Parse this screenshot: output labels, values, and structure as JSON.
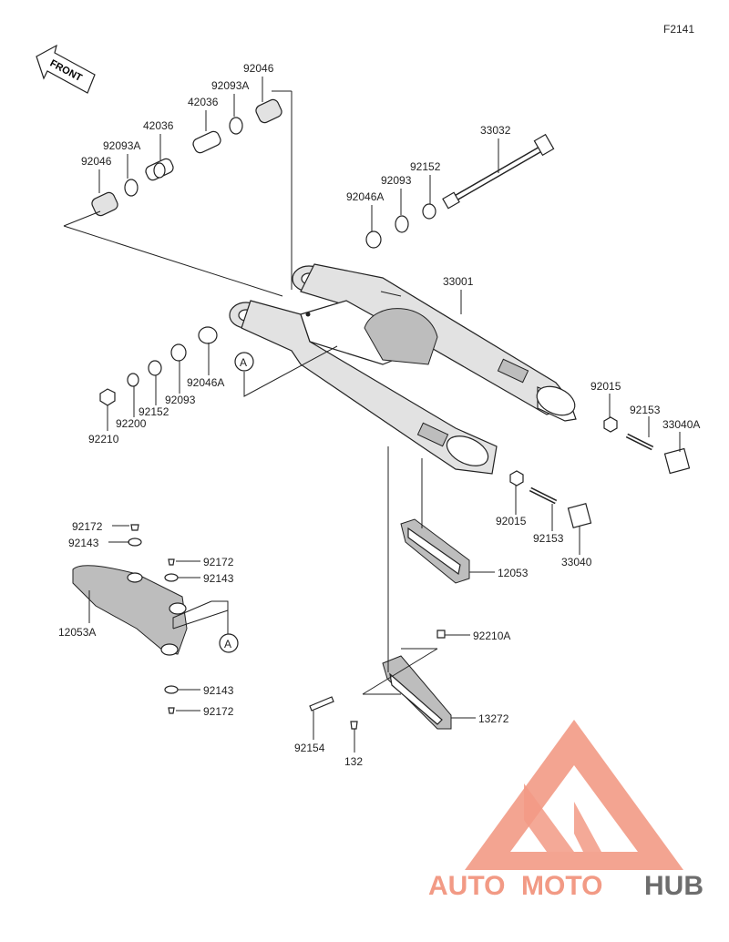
{
  "figure_code": "F2141",
  "front_label": "FRONT",
  "callout_marker": "A",
  "watermark": {
    "word_1": "AUTO",
    "word_2": "MOTO",
    "word_3": "HUB",
    "color_primary": "#f29a85",
    "color_secondary": "#6d6d6d"
  },
  "parts": [
    "92046",
    "92093A",
    "42036",
    "42036",
    "92093A",
    "92046",
    "33032",
    "92152",
    "92093",
    "92046A",
    "33001",
    "92046A",
    "92093",
    "92152",
    "92200",
    "92210",
    "92015",
    "92153",
    "33040A",
    "92015",
    "92153",
    "33040",
    "12053",
    "92172",
    "92143",
    "92172",
    "92143",
    "12053A",
    "92143",
    "92172",
    "92210A",
    "13272",
    "92154",
    "132"
  ]
}
